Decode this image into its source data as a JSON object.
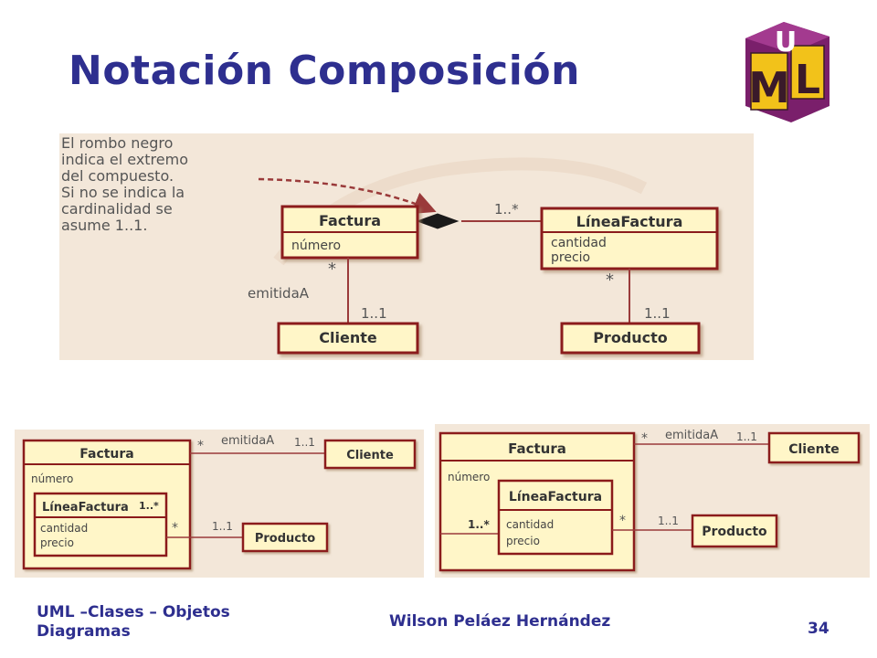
{
  "slide": {
    "title": "Notación Composición",
    "logo_letters": [
      "U",
      "M",
      "L"
    ],
    "footer_left": "UML –Clases – Objetos Diagramas",
    "footer_center": "Wilson Peláez Hernández",
    "page_number": "34"
  },
  "colors": {
    "title": "#2e2f8f",
    "class_border": "#8b1a1a",
    "class_fill": "#fff6c8",
    "panel_bg": "#f3e7d9",
    "line": "#9a3a3a"
  },
  "top_diagram": {
    "note_lines": [
      "El rombo negro",
      "indica el extremo",
      "del compuesto.",
      "Si no se indica la",
      "cardinalidad se",
      "asume 1..1."
    ],
    "factura": {
      "name": "Factura",
      "attrs": [
        "número"
      ]
    },
    "linea": {
      "name": "LíneaFactura",
      "attrs": [
        "cantidad",
        "precio"
      ]
    },
    "cliente": {
      "name": "Cliente"
    },
    "producto": {
      "name": "Producto"
    },
    "mult_composition": "1..*",
    "mult_factura_cliente": "*",
    "role_emitida": "emitidaA",
    "mult_cliente": "1..1",
    "mult_linea_producto": "*",
    "mult_producto": "1..1"
  },
  "bottom_left": {
    "factura": {
      "name": "Factura",
      "attrs": [
        "número"
      ]
    },
    "linea": {
      "name": "LíneaFactura",
      "mult": "1..*",
      "attrs": [
        "cantidad",
        "precio"
      ]
    },
    "cliente": "Cliente",
    "producto": "Producto",
    "star_cliente": "*",
    "role": "emitidaA",
    "mult_cliente": "1..1",
    "star_producto": "*",
    "mult_producto": "1..1"
  },
  "bottom_right": {
    "factura": {
      "name": "Factura",
      "attrs": [
        "número"
      ]
    },
    "linea": {
      "name": "LíneaFactura",
      "mult": "1..*",
      "attrs": [
        "cantidad",
        "precio"
      ]
    },
    "cliente": "Cliente",
    "producto": "Producto",
    "star_cliente": "*",
    "role": "emitidaA",
    "mult_cliente": "1..1",
    "star_producto": "*",
    "mult_producto": "1..1"
  }
}
